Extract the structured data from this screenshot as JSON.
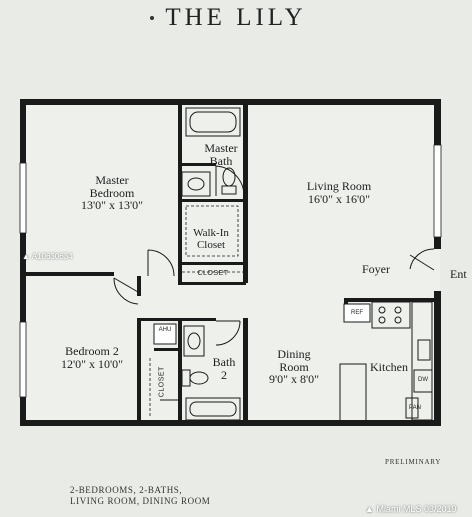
{
  "plan": {
    "title": "THE LILY",
    "preliminary": "PRELIMINARY",
    "footer": {
      "line1": "2-BEDROOMS, 2-BATHS,",
      "line2": "LIVING ROOM, DINING ROOM"
    }
  },
  "rooms": {
    "master_bedroom": {
      "name_line1": "Master",
      "name_line2": "Bedroom",
      "size": "13'0\" x 13'0\""
    },
    "master_bath": {
      "name_line1": "Master",
      "name_line2": "Bath"
    },
    "walk_in_closet": {
      "name_line1": "Walk-In",
      "name_line2": "Closet"
    },
    "living_room": {
      "name": "Living Room",
      "size": "16'0\" x 16'0\""
    },
    "foyer": {
      "name": "Foyer"
    },
    "entry": {
      "name": "Ent"
    },
    "bedroom2": {
      "name": "Bedroom 2",
      "size": "12'0\" x 10'0\""
    },
    "bath2": {
      "name_line1": "Bath",
      "name_line2": "2"
    },
    "dining_room": {
      "name_line1": "Dining",
      "name_line2": "Room",
      "size": "9'0\" x 8'0\""
    },
    "kitchen": {
      "name": "Kitchen"
    }
  },
  "fixtures": {
    "closet_hall": "CLOSET",
    "closet_bed2": "CLOSET",
    "ahu": "AHU",
    "ref": "REF",
    "dw": "DW",
    "pan": "PAN"
  },
  "watermarks": {
    "mls_id": "A10630634",
    "mls_brand": "Miami MLS",
    "date": "03/2019"
  },
  "colors": {
    "wall": "#1a1a1a",
    "paper": "#e8ebe6",
    "floor": "#eef0ec"
  }
}
